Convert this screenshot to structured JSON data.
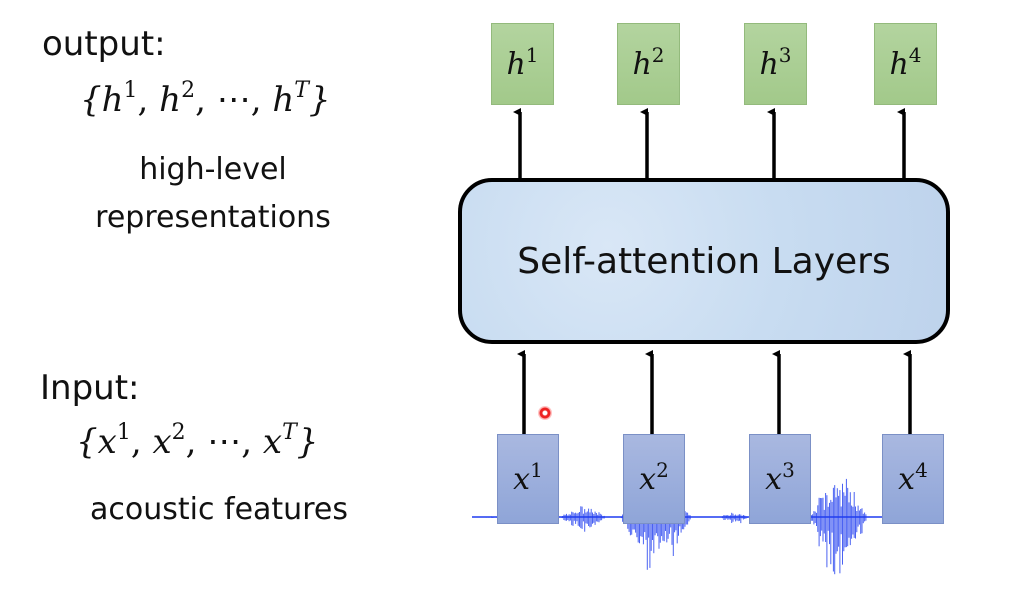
{
  "output_section": {
    "heading": "output:",
    "set_open": "{",
    "items": [
      {
        "base": "h",
        "sup": "1",
        "sep": ", "
      },
      {
        "base": "h",
        "sup": "2",
        "sep": ", "
      },
      {
        "base": "⋯",
        "sup": "",
        "sep": ", "
      },
      {
        "base": "h",
        "sup": "T",
        "sep": ""
      }
    ],
    "set_close": "}",
    "description_line1": "high-level",
    "description_line2": "representations"
  },
  "input_section": {
    "heading": "Input:",
    "set_open": "{",
    "items": [
      {
        "base": "x",
        "sup": "1",
        "sep": ", "
      },
      {
        "base": "x",
        "sup": "2",
        "sep": ", "
      },
      {
        "base": "⋯",
        "sup": "",
        "sep": ", "
      },
      {
        "base": "x",
        "sup": "T",
        "sep": ""
      }
    ],
    "set_close": "}",
    "description": "acoustic features"
  },
  "diagram": {
    "layer_label": "Self-attention Layers",
    "outputs": [
      {
        "base": "h",
        "sup": "1"
      },
      {
        "base": "h",
        "sup": "2"
      },
      {
        "base": "h",
        "sup": "3"
      },
      {
        "base": "h",
        "sup": "4"
      }
    ],
    "inputs": [
      {
        "base": "x",
        "sup": "1"
      },
      {
        "base": "x",
        "sup": "2"
      },
      {
        "base": "x",
        "sup": "3"
      },
      {
        "base": "x",
        "sup": "4"
      }
    ],
    "colors": {
      "output_box": "#a8cd90",
      "input_box": "#98acdb",
      "layer_fill": "#c8dcf1",
      "waveform": "#1f3cf0",
      "arrow": "#000000"
    }
  }
}
